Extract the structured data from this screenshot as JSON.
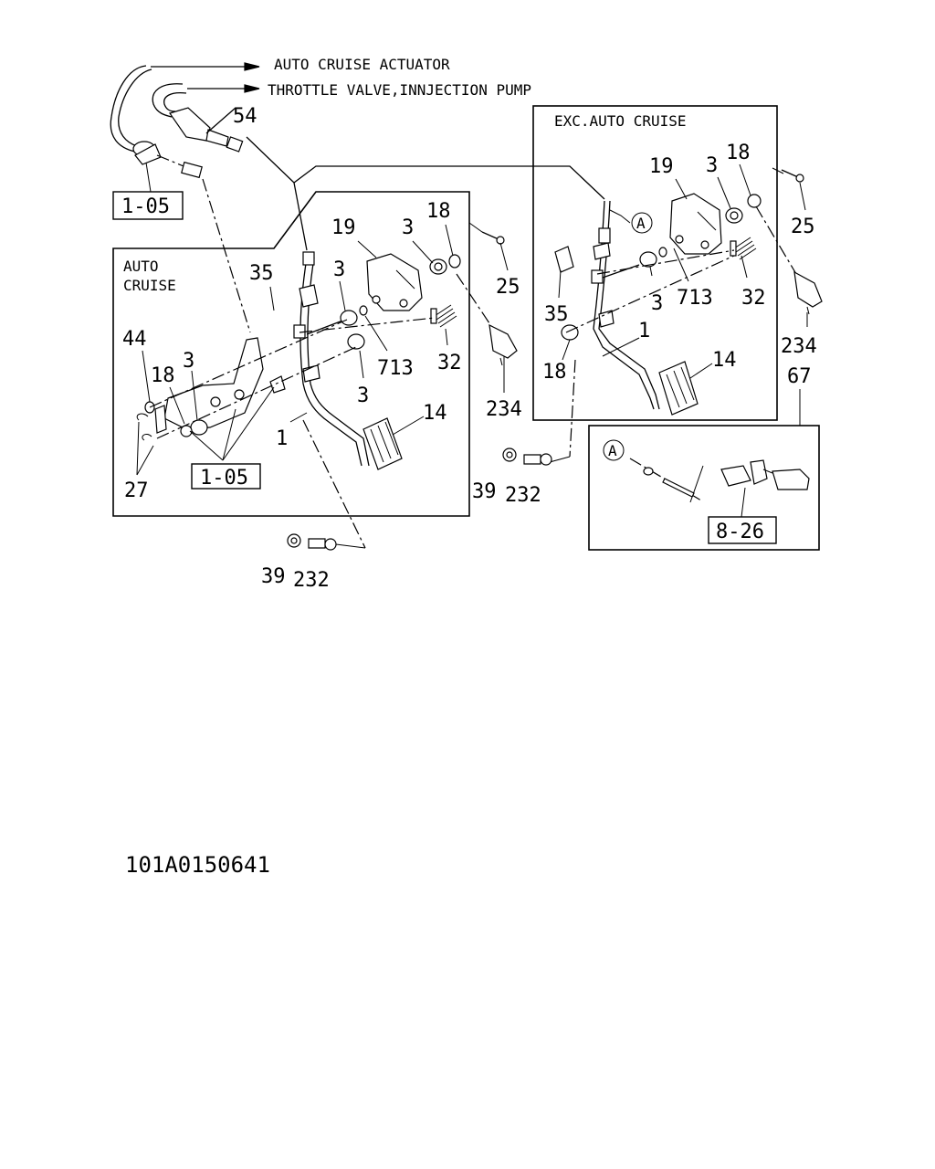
{
  "callouts": {
    "auto_cruise_actuator": "AUTO CRUISE ACTUATOR",
    "throttle_valve": "THROTTLE VALVE,INNJECTION PUMP"
  },
  "sections": {
    "auto_cruise": [
      "AUTO",
      "CRUISE"
    ],
    "exc_auto_cruise": "EXC.AUTO CRUISE"
  },
  "refs": {
    "r1": "1-05",
    "r2": "1-05",
    "r3": "8-26"
  },
  "parts": {
    "p54": "54",
    "p35a": "35",
    "p3a": "3",
    "p19a": "19",
    "p3b": "3",
    "p18a": "18",
    "p25a": "25",
    "p44": "44",
    "p18b": "18",
    "p3c": "3",
    "p713a": "713",
    "p32a": "32",
    "p3d": "3",
    "p234a": "234",
    "p14a": "14",
    "p1a": "1",
    "p27": "27",
    "p39a": "39",
    "p232a": "232",
    "p19b": "19",
    "p3e": "3",
    "p18c": "18",
    "p25b": "25",
    "p35b": "35",
    "p3f": "3",
    "p713b": "713",
    "p32b": "32",
    "p1b": "1",
    "p18d": "18",
    "p14b": "14",
    "p234b": "234",
    "p67": "67",
    "p39b": "39",
    "p232b": "232"
  },
  "markers": {
    "a1": "A",
    "a2": "A"
  },
  "drawing_code": "101A0150641"
}
